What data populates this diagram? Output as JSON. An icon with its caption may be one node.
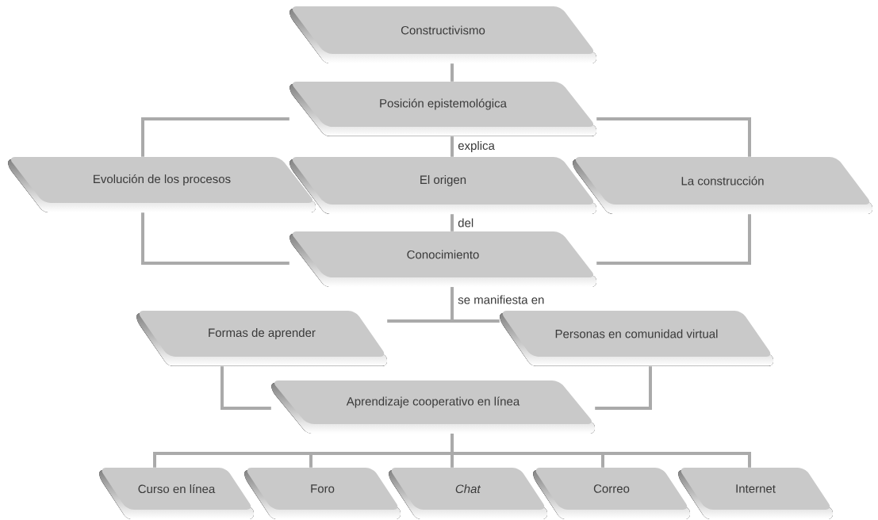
{
  "diagram": {
    "nodes": [
      {
        "text": [
          "Constructivismo"
        ]
      },
      {
        "text": [
          "Posición epistemológica"
        ]
      },
      {
        "text": [
          "Evolución de los procesos"
        ]
      },
      {
        "text": [
          "El origen"
        ]
      },
      {
        "text": [
          "La construcción"
        ]
      },
      {
        "text": [
          "Conocimiento"
        ]
      },
      {
        "text": [
          "Formas de aprender"
        ]
      },
      {
        "text": [
          "Personas en comunidad virtual"
        ]
      },
      {
        "text": [
          "Aprendizaje cooperativo en línea"
        ]
      },
      {
        "text": [
          "Curso en línea"
        ]
      },
      {
        "text": [
          "Foro"
        ]
      },
      {
        "text": [
          "*Chat*"
        ]
      },
      {
        "text": [
          "Correo"
        ]
      },
      {
        "text": [
          "Internet"
        ]
      }
    ],
    "edges": [
      {
        "from": 0,
        "to": 1,
        "arrow": "none"
      },
      {
        "from": 1,
        "to": 2,
        "arrow": "none"
      },
      {
        "from": 1,
        "to": 3,
        "arrow": "none",
        "label": "explica"
      },
      {
        "from": 1,
        "to": 4,
        "arrow": "none"
      },
      {
        "from": 2,
        "to": 5,
        "arrow": "none"
      },
      {
        "from": 3,
        "to": 5,
        "arrow": "none",
        "label": "del"
      },
      {
        "from": 4,
        "to": 5,
        "arrow": "none"
      },
      {
        "from": 5,
        "to": 6,
        "arrow": "none",
        "label": "se manifiesta en"
      },
      {
        "from": 5,
        "to": 7,
        "arrow": "none"
      },
      {
        "from": 6,
        "to": 8,
        "arrow": "none"
      },
      {
        "from": 7,
        "to": 8,
        "arrow": "none"
      },
      {
        "from": 8,
        "to": 9,
        "arrow": "none"
      },
      {
        "from": 8,
        "to": 10,
        "arrow": "none"
      },
      {
        "from": 8,
        "to": 11,
        "arrow": "none"
      },
      {
        "from": 8,
        "to": 12,
        "arrow": "none"
      },
      {
        "from": 8,
        "to": 13,
        "arrow": "none"
      }
    ]
  }
}
